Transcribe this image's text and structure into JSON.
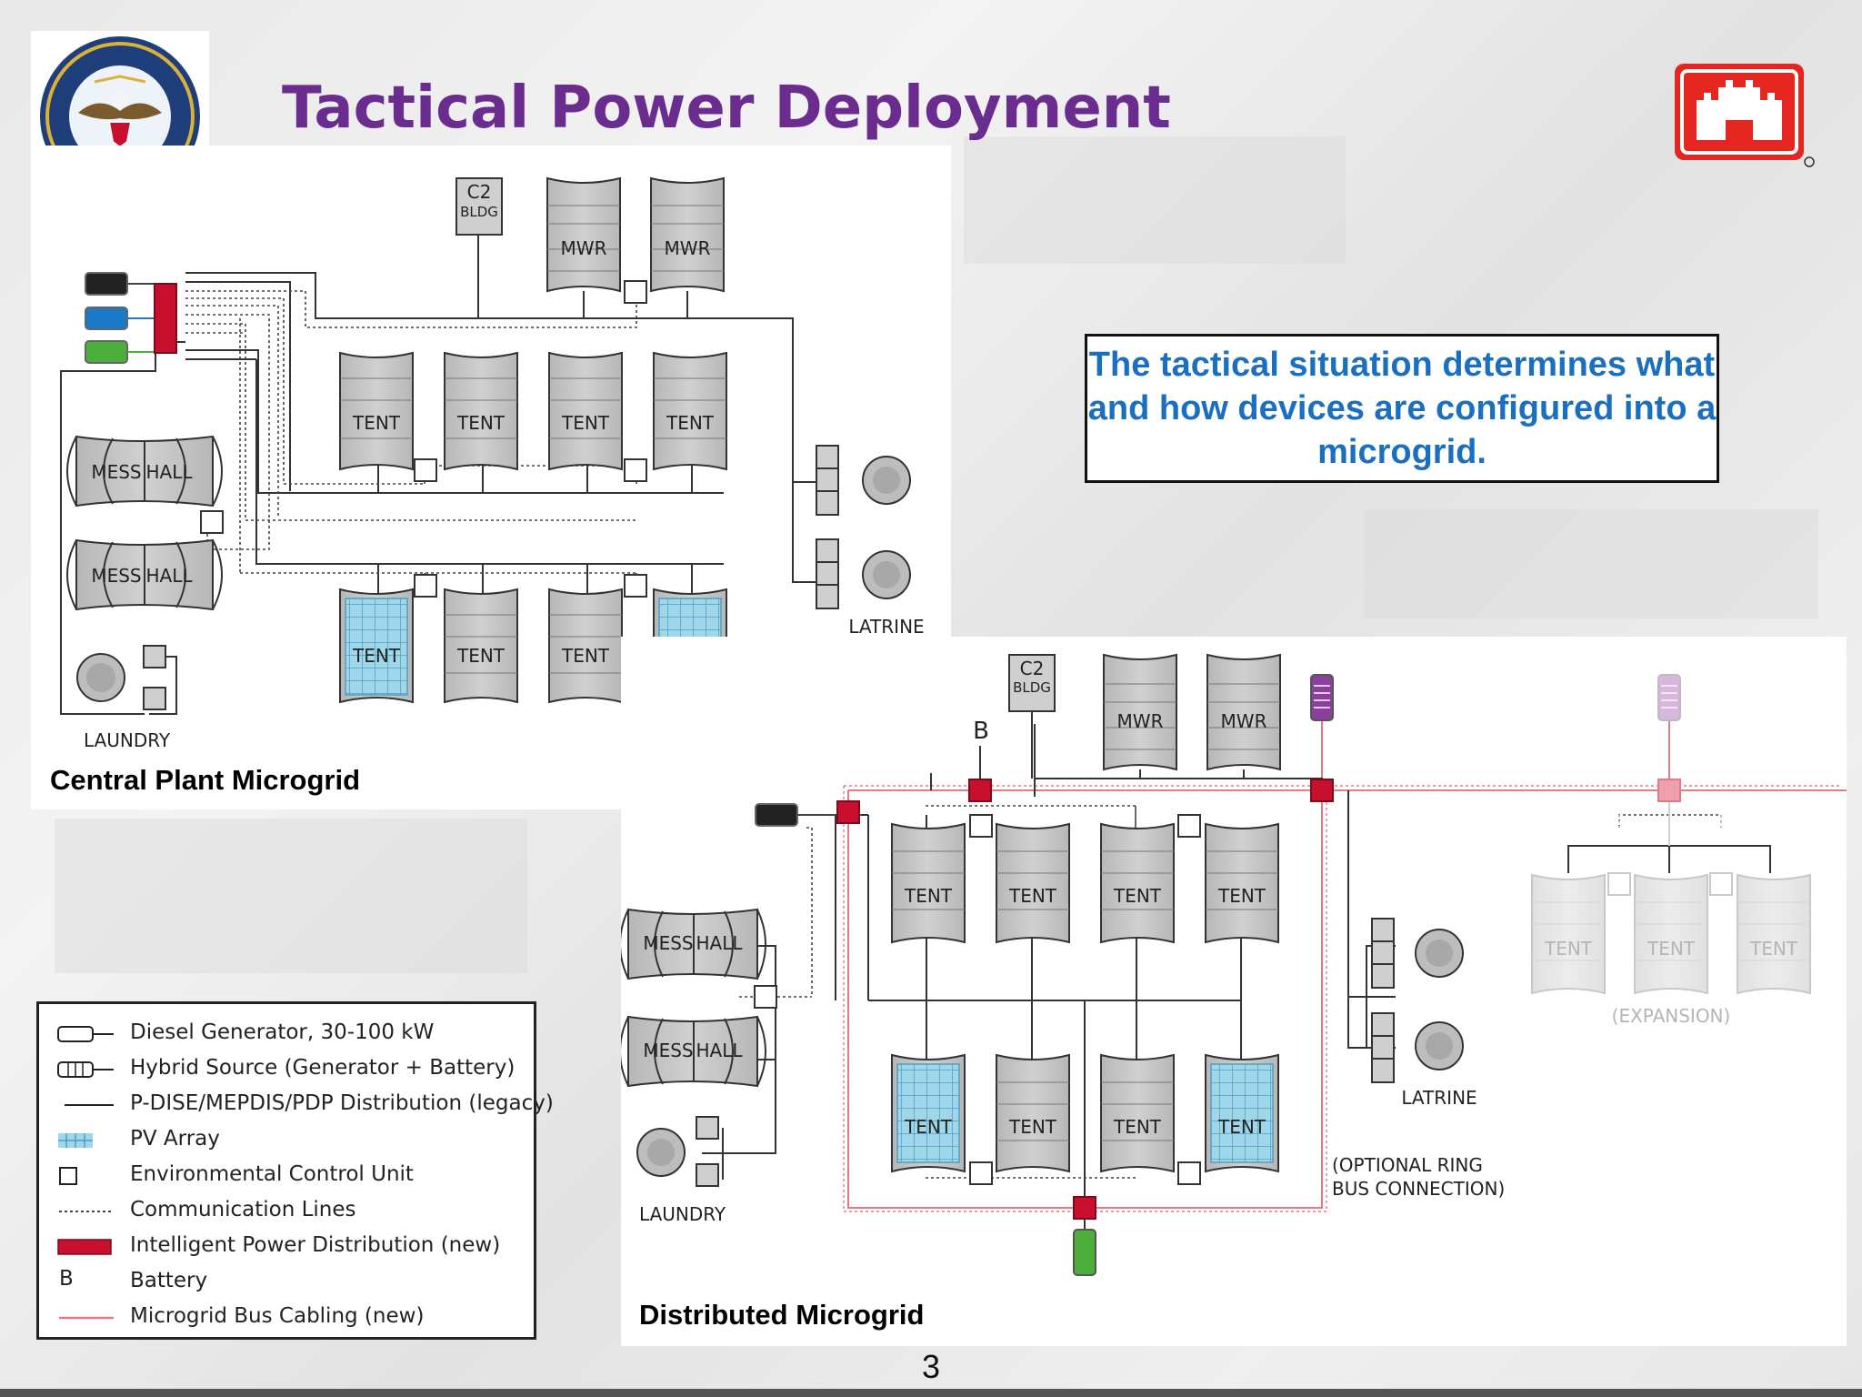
{
  "title": "Tactical Power Deployment Configurations",
  "callout": "The tactical situation determines what and how devices are configured into a microgrid.",
  "central": {
    "caption": "Central Plant Microgrid",
    "c2": "C2",
    "bldg": "BLDG",
    "mwr": "MWR",
    "tent": "TENT",
    "mess_left": "MESS",
    "mess_right": "HALL",
    "latrine": "LATRINE",
    "laundry": "LAUNDRY"
  },
  "distributed": {
    "caption": "Distributed Microgrid",
    "c2": "C2",
    "bldg": "BLDG",
    "mwr": "MWR",
    "tent": "TENT",
    "mess_left": "MESS",
    "mess_right": "HALL",
    "latrine": "LATRINE",
    "laundry": "LAUNDRY",
    "battery": "B",
    "ring_line1": "(OPTIONAL RING",
    "ring_line2": "BUS CONNECTION)",
    "expansion": "(EXPANSION)"
  },
  "legend": {
    "items": [
      {
        "label": "Diesel Generator, 30-100 kW"
      },
      {
        "label": "Hybrid Source (Generator + Battery)"
      },
      {
        "label": "P-DISE/MEPDIS/PDP Distribution (legacy)"
      },
      {
        "label": "PV Array"
      },
      {
        "label": "Environmental Control Unit"
      },
      {
        "label": "Communication Lines"
      },
      {
        "label": "Intelligent Power Distribution (new)"
      },
      {
        "label": "Battery",
        "symbol": "B"
      },
      {
        "label": "Microgrid Bus Cabling (new)"
      }
    ]
  },
  "page_number": "3",
  "colors": {
    "title": "#6b2c8f",
    "callout_text": "#1b6fc0",
    "ipd_red": "#c8102e",
    "bus_pink": "#e07a8a",
    "pv_blue": "#8fcde6",
    "gen_blue": "#1a7ac8",
    "gen_green": "#4caf3c",
    "hybrid_purple": "#8a3f9a",
    "usace_red": "#e42520"
  }
}
